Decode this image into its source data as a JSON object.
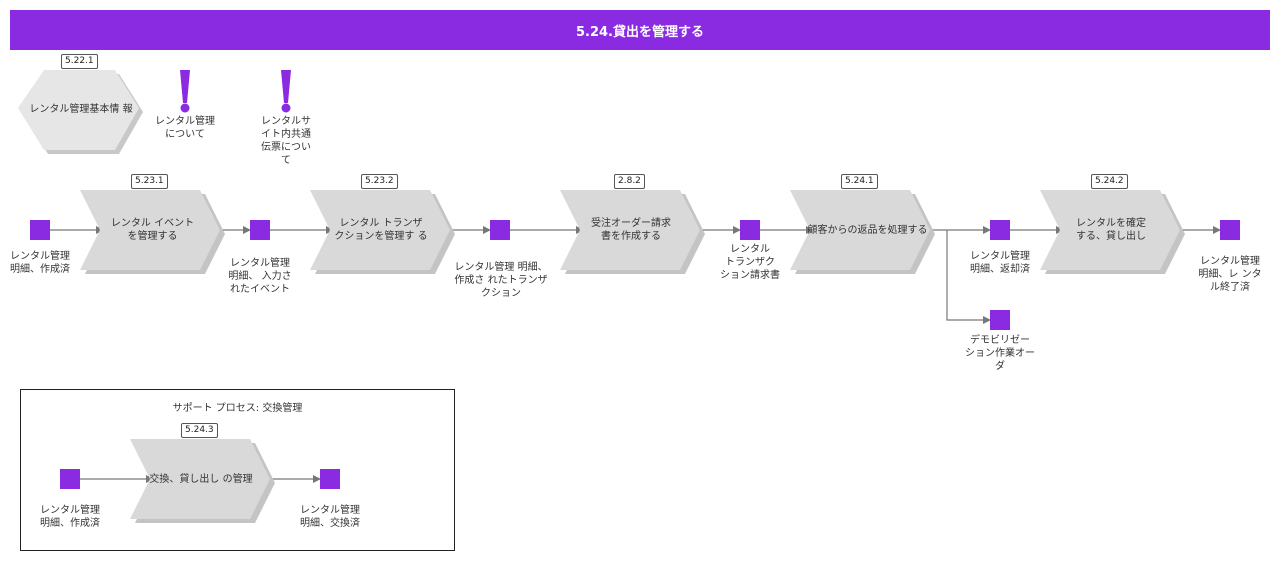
{
  "header": {
    "title": "5.24.貸出を管理する"
  },
  "info": {
    "hexagon": {
      "badge": "5.22.1",
      "label": "レンタル管理基本情 報"
    },
    "notes": [
      {
        "label": "レンタル管理\nについて"
      },
      {
        "label": "レンタルサ\nイト内共通\n伝票につい\nて"
      }
    ]
  },
  "main_flow": {
    "processes": [
      {
        "badge": "5.23.1",
        "label": "レンタル イベント\nを管理する"
      },
      {
        "badge": "5.23.2",
        "label": "レンタル トランザ\nクションを管理す る"
      },
      {
        "badge": "2.8.2",
        "label": "受注オーダー請求\n書を作成する"
      },
      {
        "badge": "5.24.1",
        "label": "顧客からの返品を処理する"
      },
      {
        "badge": "5.24.2",
        "label": "レンタルを確定\nする、貸し出し"
      }
    ],
    "objects": [
      {
        "label": "レンタル管理\n明細、作成済"
      },
      {
        "label": "レンタル管理\n明細、 入力さ\nれたイベント"
      },
      {
        "label": "レンタル管理 明細、\n作成さ れたトランザ\nクション"
      },
      {
        "label": "レンタル\nトランザク\nション請求書"
      },
      {
        "label": "レンタル管理\n明細、返却済"
      },
      {
        "label": "レンタル管理\n明細、レ ンタ\nル終了済"
      },
      {
        "label": "デモビリゼー\nション作業オー\nダ"
      }
    ]
  },
  "support": {
    "title": "サポート プロセス: 交換管理",
    "process": {
      "badge": "5.24.3",
      "label": "交換、貸し出し の管理"
    },
    "objects": [
      {
        "label": "レンタル管理\n明細、作成済"
      },
      {
        "label": "レンタル管理\n明細、交換済"
      }
    ]
  },
  "colors": {
    "accent": "#8a2be2",
    "shape_fill": "#d9d9d9",
    "shadow": "#c4c4c4",
    "connector": "#777777"
  }
}
